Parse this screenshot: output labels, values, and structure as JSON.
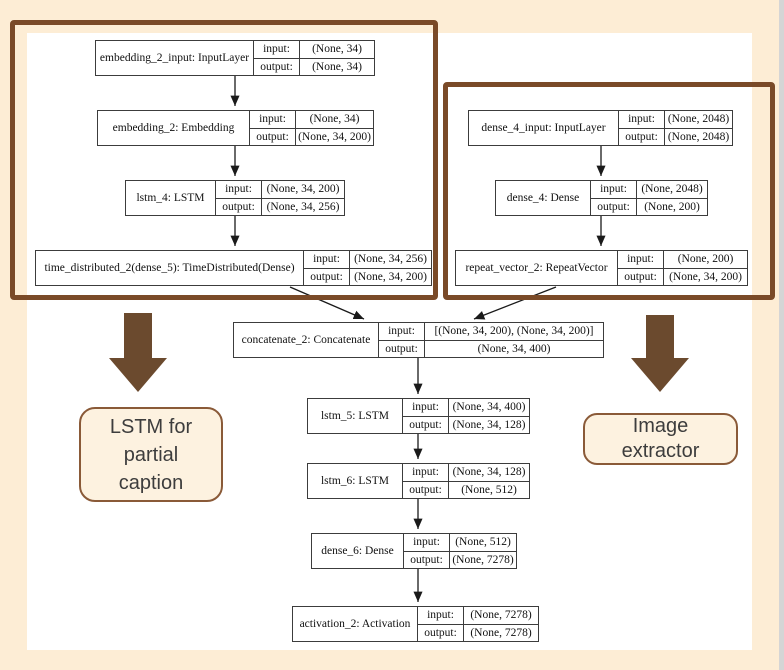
{
  "theme": {
    "page_bg": "#fdedd5",
    "canvas_bg": "#ffffff",
    "highlight_border": "#7a4a28",
    "fat_arrow": "#6b4a2e",
    "annotation_fill": "#fdf2e0",
    "annotation_border": "#8a5a38"
  },
  "labels": {
    "input": "input:",
    "output": "output:"
  },
  "diagram": {
    "nodes": [
      {
        "name": "embedding_2_input: InputLayer",
        "input": "(None, 34)",
        "output": "(None, 34)"
      },
      {
        "name": "embedding_2: Embedding",
        "input": "(None, 34)",
        "output": "(None, 34, 200)"
      },
      {
        "name": "lstm_4: LSTM",
        "input": "(None, 34, 200)",
        "output": "(None, 34, 256)"
      },
      {
        "name": "time_distributed_2(dense_5): TimeDistributed(Dense)",
        "input": "(None, 34, 256)",
        "output": "(None, 34, 200)"
      },
      {
        "name": "dense_4_input: InputLayer",
        "input": "(None, 2048)",
        "output": "(None, 2048)"
      },
      {
        "name": "dense_4: Dense",
        "input": "(None, 2048)",
        "output": "(None, 200)"
      },
      {
        "name": "repeat_vector_2: RepeatVector",
        "input": "(None, 200)",
        "output": "(None, 34, 200)"
      },
      {
        "name": "concatenate_2: Concatenate",
        "input": "[(None, 34, 200), (None, 34, 200)]",
        "output": "(None, 34, 400)"
      },
      {
        "name": "lstm_5: LSTM",
        "input": "(None, 34, 400)",
        "output": "(None, 34, 128)"
      },
      {
        "name": "lstm_6: LSTM",
        "input": "(None, 34, 128)",
        "output": "(None, 512)"
      },
      {
        "name": "dense_6: Dense",
        "input": "(None, 512)",
        "output": "(None, 7278)"
      },
      {
        "name": "activation_2: Activation",
        "input": "(None, 7278)",
        "output": "(None, 7278)"
      }
    ]
  },
  "annotations": {
    "left_label": "LSTM for\npartial\ncaption",
    "right_label": "Image\nextractor"
  }
}
